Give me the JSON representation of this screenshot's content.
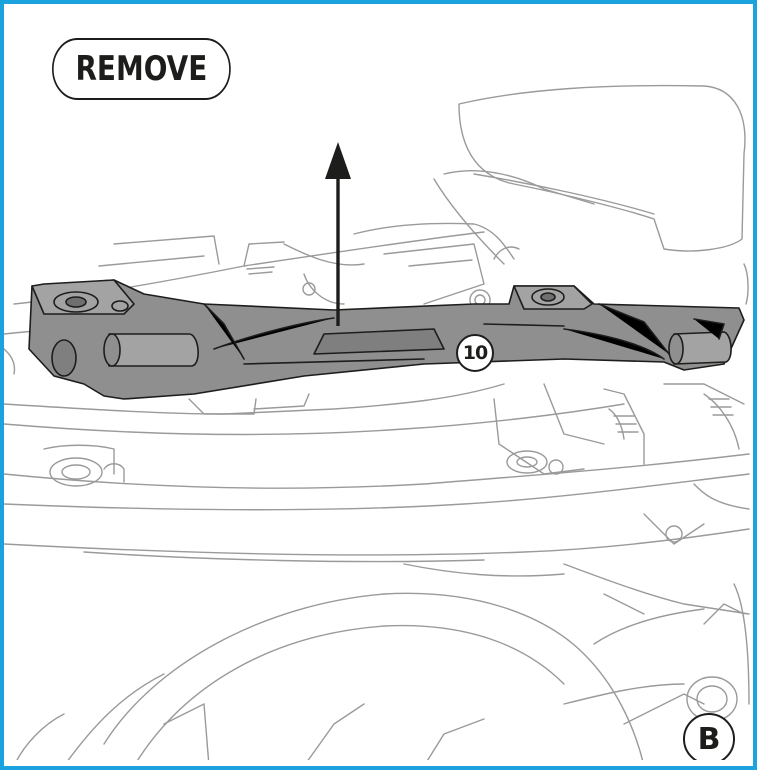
{
  "instruction": {
    "action_label": "REMOVE"
  },
  "callouts": {
    "part_number": "10",
    "step_letter": "B"
  },
  "colors": {
    "frame_border": "#1aa3dc",
    "line_art": "#9a9a9a",
    "highlighted_part": "#8f8f8f",
    "outline": "#1d1d1b"
  },
  "icons": {
    "arrow": "arrow-up-icon"
  }
}
